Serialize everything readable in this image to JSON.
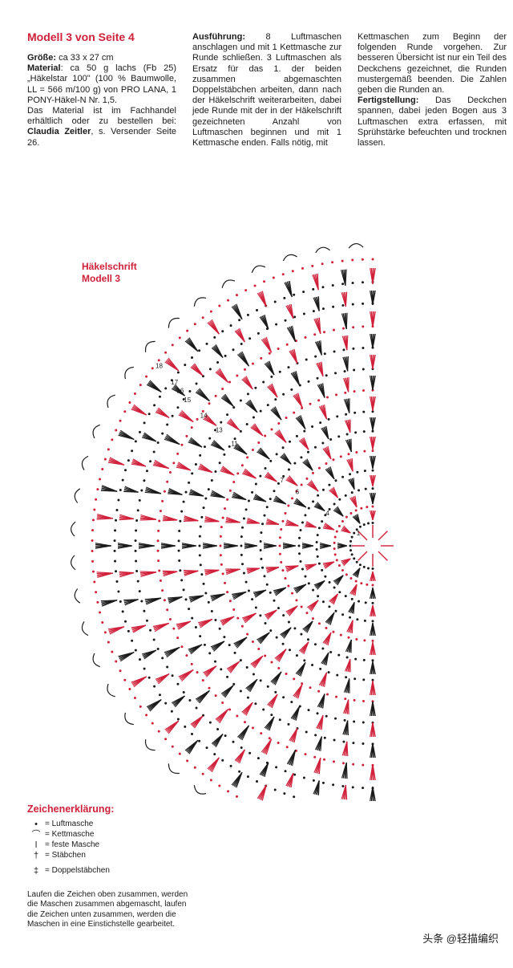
{
  "title": "Modell 3 von Seite 4",
  "col1": {
    "groesse_label": "Größe:",
    "groesse_text": " ca 33 x 27 cm",
    "material_label": "Material",
    "material_text": ": ca 50 g lachs (Fb 25) „Häkelstar 100\" (100 % Baumwolle, LL = 566 m/100 g) von PRO LANA, 1 PONY-Häkel-N Nr. 1,5.",
    "bezug_text": "Das Material ist im Fachhandel erhältlich oder zu bestellen bei: ",
    "bezug_name": "Claudia Zeitler",
    "bezug_rest": ", s. Versender Seite 26."
  },
  "col2": {
    "ausfuehrung_label": "Ausführung:",
    "ausfuehrung_text": " 8 Luftmaschen anschlagen und mit 1 Kettmasche zur Runde schließen. 3 Luftmaschen als Ersatz für das 1. der beiden zusammen abgemaschten Doppelstäbchen arbeiten, dann nach der Häkelschrift weiterarbeiten, dabei jede Runde mit der in der Häkelschrift gezeichneten Anzahl von Luftmaschen beginnen und mit 1 Kettmasche enden. Falls nötig, mit"
  },
  "col3": {
    "cont_text": "Kettmaschen zum Beginn der folgenden Runde vorgehen. Zur besseren Übersicht ist nur ein Teil des Deckchens gezeichnet, die Runden mustergemäß beenden. Die Zahlen geben die Runden an.",
    "fertig_label": "Fertigstellung:",
    "fertig_text": " Das Deckchen spannen, dabei jeden Bogen aus 3 Luftmaschen extra erfassen, mit Sprühstärke befeuchten und trocknen lassen."
  },
  "chart_label": {
    "line1": "Häkelschrift",
    "line2": "Modell 3"
  },
  "round_numbers": [
    "1",
    "4",
    "6",
    "7",
    "11",
    "13",
    "14",
    "15",
    "16",
    "17",
    "18"
  ],
  "legend": {
    "title": "Zeichenerklärung:",
    "items": [
      {
        "symbol": "•",
        "label": "= Luftmasche"
      },
      {
        "symbol": "⌒",
        "label": "= Kettmasche"
      },
      {
        "symbol": "ǀ",
        "label": "= feste Masche"
      },
      {
        "symbol": "†",
        "label": "= Stäbchen"
      },
      {
        "symbol": "‡",
        "label": "= Doppelstäbchen"
      }
    ],
    "note": "Laufen die Zeichen oben zusammen, werden die Maschen zusammen abgemascht, laufen die Zeichen unten zusammen, werden die Maschen in eine Einstichstelle gearbeitet."
  },
  "watermark": "头条 @轻描编织",
  "colors": {
    "accent_red": "#d0203a",
    "stitch_black": "#1a1a1a"
  }
}
